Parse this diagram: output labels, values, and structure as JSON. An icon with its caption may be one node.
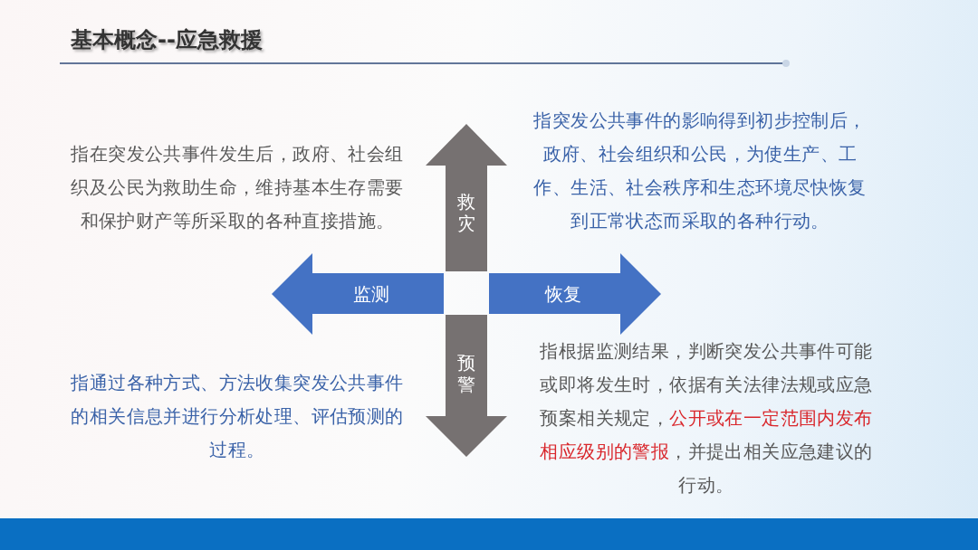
{
  "diagram": {
    "title": "基本概念--应急救援",
    "nodes": [
      {
        "text": [
          "救灾"
        ]
      },
      {
        "text": [
          "监测"
        ]
      },
      {
        "text": [
          "恢复"
        ]
      },
      {
        "text": [
          "预警"
        ]
      }
    ],
    "labels": [
      "指在突发公共事件发生后，政府、社会组织及公民为救助生命，维持基本生存需要和保护财产等所采取的各种直接措施。",
      "指突发公共事件的影响得到初步控制后，政府、社会组织和公民，为使生产、工作、生活、社会秩序和生态环境尽快恢复到正常状态而采取的各种行动。",
      "指通过各种方式、方法收集突发公共事件的相关信息并进行分析处理、评估预测的过程。",
      "指根据监测结果，判断突发公共事件可能或即将发生时，依据有关法律法规或应急预案相关规定，**公开或在一定范围内发布相应级别的警报**，并提出相关应急建议的行动。"
    ]
  }
}
